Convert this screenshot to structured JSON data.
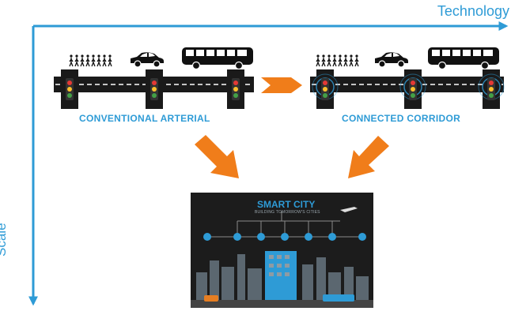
{
  "axes": {
    "x_label": "Technology",
    "y_label": "Scale"
  },
  "panels": {
    "conventional": {
      "caption": "CONVENTIONAL ARTERIAL"
    },
    "connected": {
      "caption": "CONNECTED CORRIDOR"
    }
  },
  "smart_city": {
    "title": "SMART CITY",
    "subtitle": "BUILDING TOMORROW'S CITIES"
  },
  "colors": {
    "axis": "#2e9bd6",
    "arrow": "#f07d1a",
    "road": "#1a1a1a",
    "connected_glow": "#2e9bd6"
  },
  "icons": [
    "pedestrians-icon",
    "car-icon",
    "bus-icon",
    "traffic-light-icon",
    "connected-signal-icon"
  ]
}
